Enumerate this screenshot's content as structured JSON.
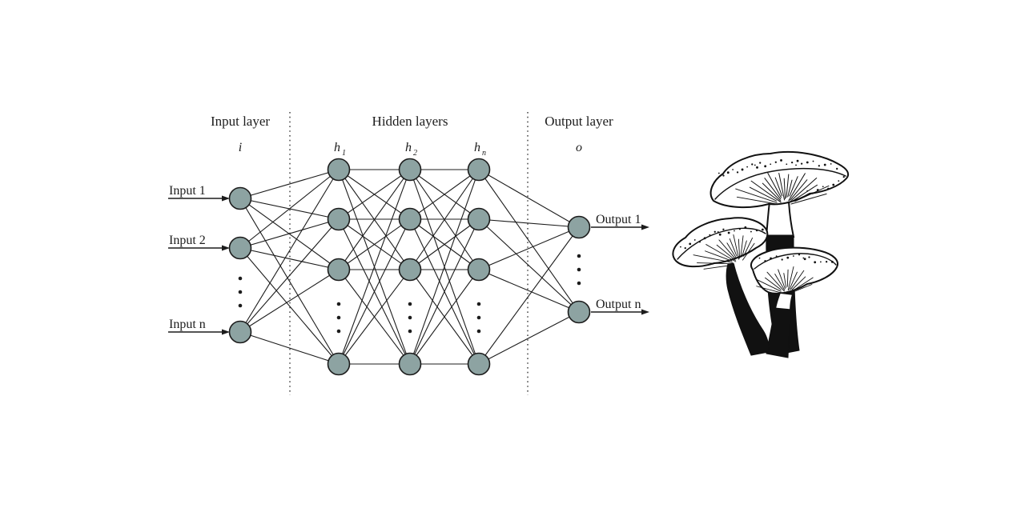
{
  "diagram": {
    "input_layer": {
      "title": "Input layer",
      "symbol": "i"
    },
    "hidden_layers": {
      "title": "Hidden layers",
      "symbols": [
        {
          "base": "h",
          "sub": "1"
        },
        {
          "base": "h",
          "sub": "2"
        },
        {
          "base": "h",
          "sub": "n"
        }
      ]
    },
    "output_layer": {
      "title": "Output layer",
      "symbol": "o"
    },
    "inputs": [
      "Input 1",
      "Input 2",
      "Input n"
    ],
    "outputs": [
      "Output 1",
      "Output n"
    ],
    "colors": {
      "node_fill": "#8da3a2",
      "node_stroke": "#1c1c1c",
      "edge": "#1c1c1c",
      "text": "#1c1c1c",
      "divider": "#3a3a3a"
    }
  },
  "illustration": {
    "name": "mushrooms-line-art"
  }
}
